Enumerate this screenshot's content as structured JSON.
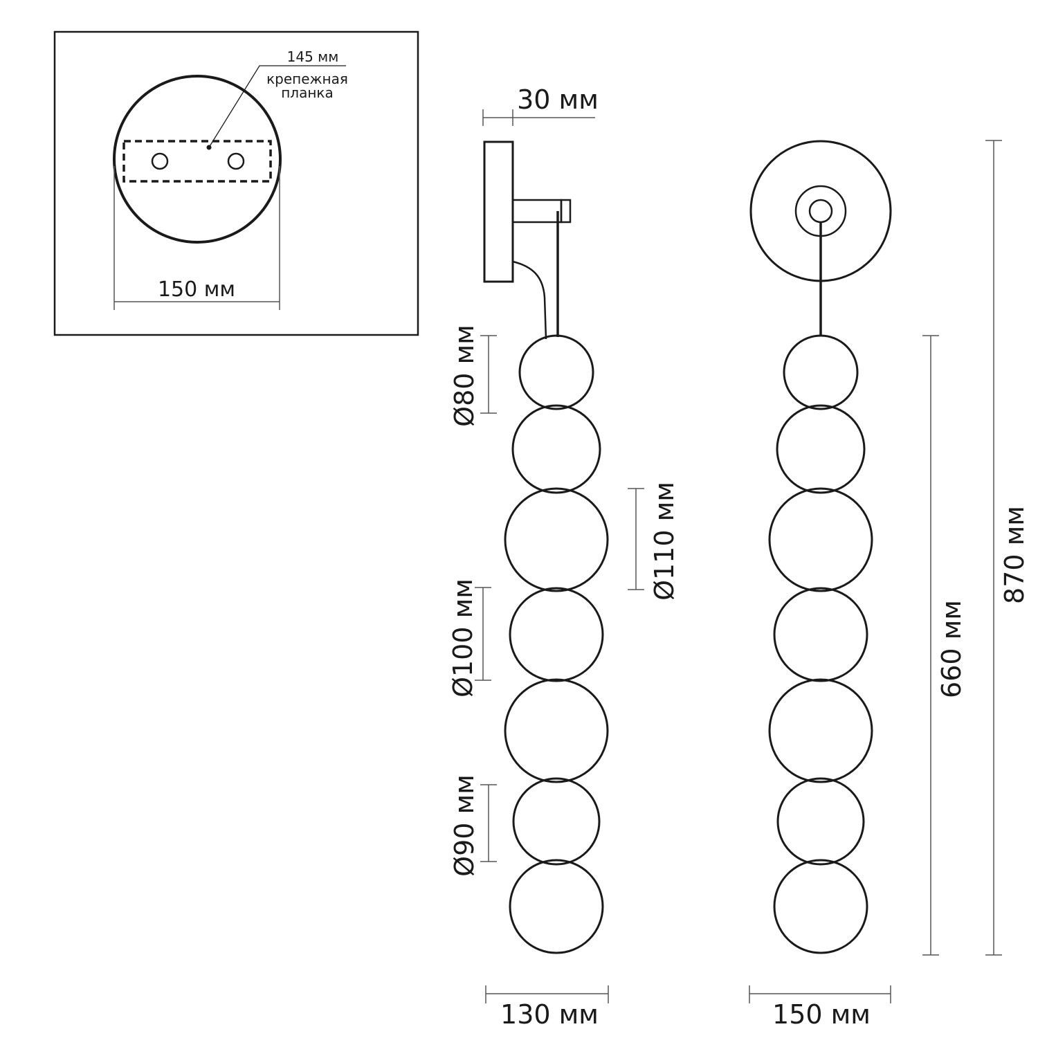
{
  "bracket_panel": {
    "dim_145": "145 мм",
    "note_line1": "крепежная",
    "note_line2": "планка",
    "dim_150": "150 мм"
  },
  "side_view": {
    "dim_30": "30 мм",
    "dim_80": "Ø80 мм",
    "dim_110": "Ø110 мм",
    "dim_100": "Ø100 мм",
    "dim_90": "Ø90 мм",
    "dim_130": "130 мм"
  },
  "front_view": {
    "dim_660": "660 мм",
    "dim_870": "870 мм",
    "dim_150": "150 мм"
  }
}
